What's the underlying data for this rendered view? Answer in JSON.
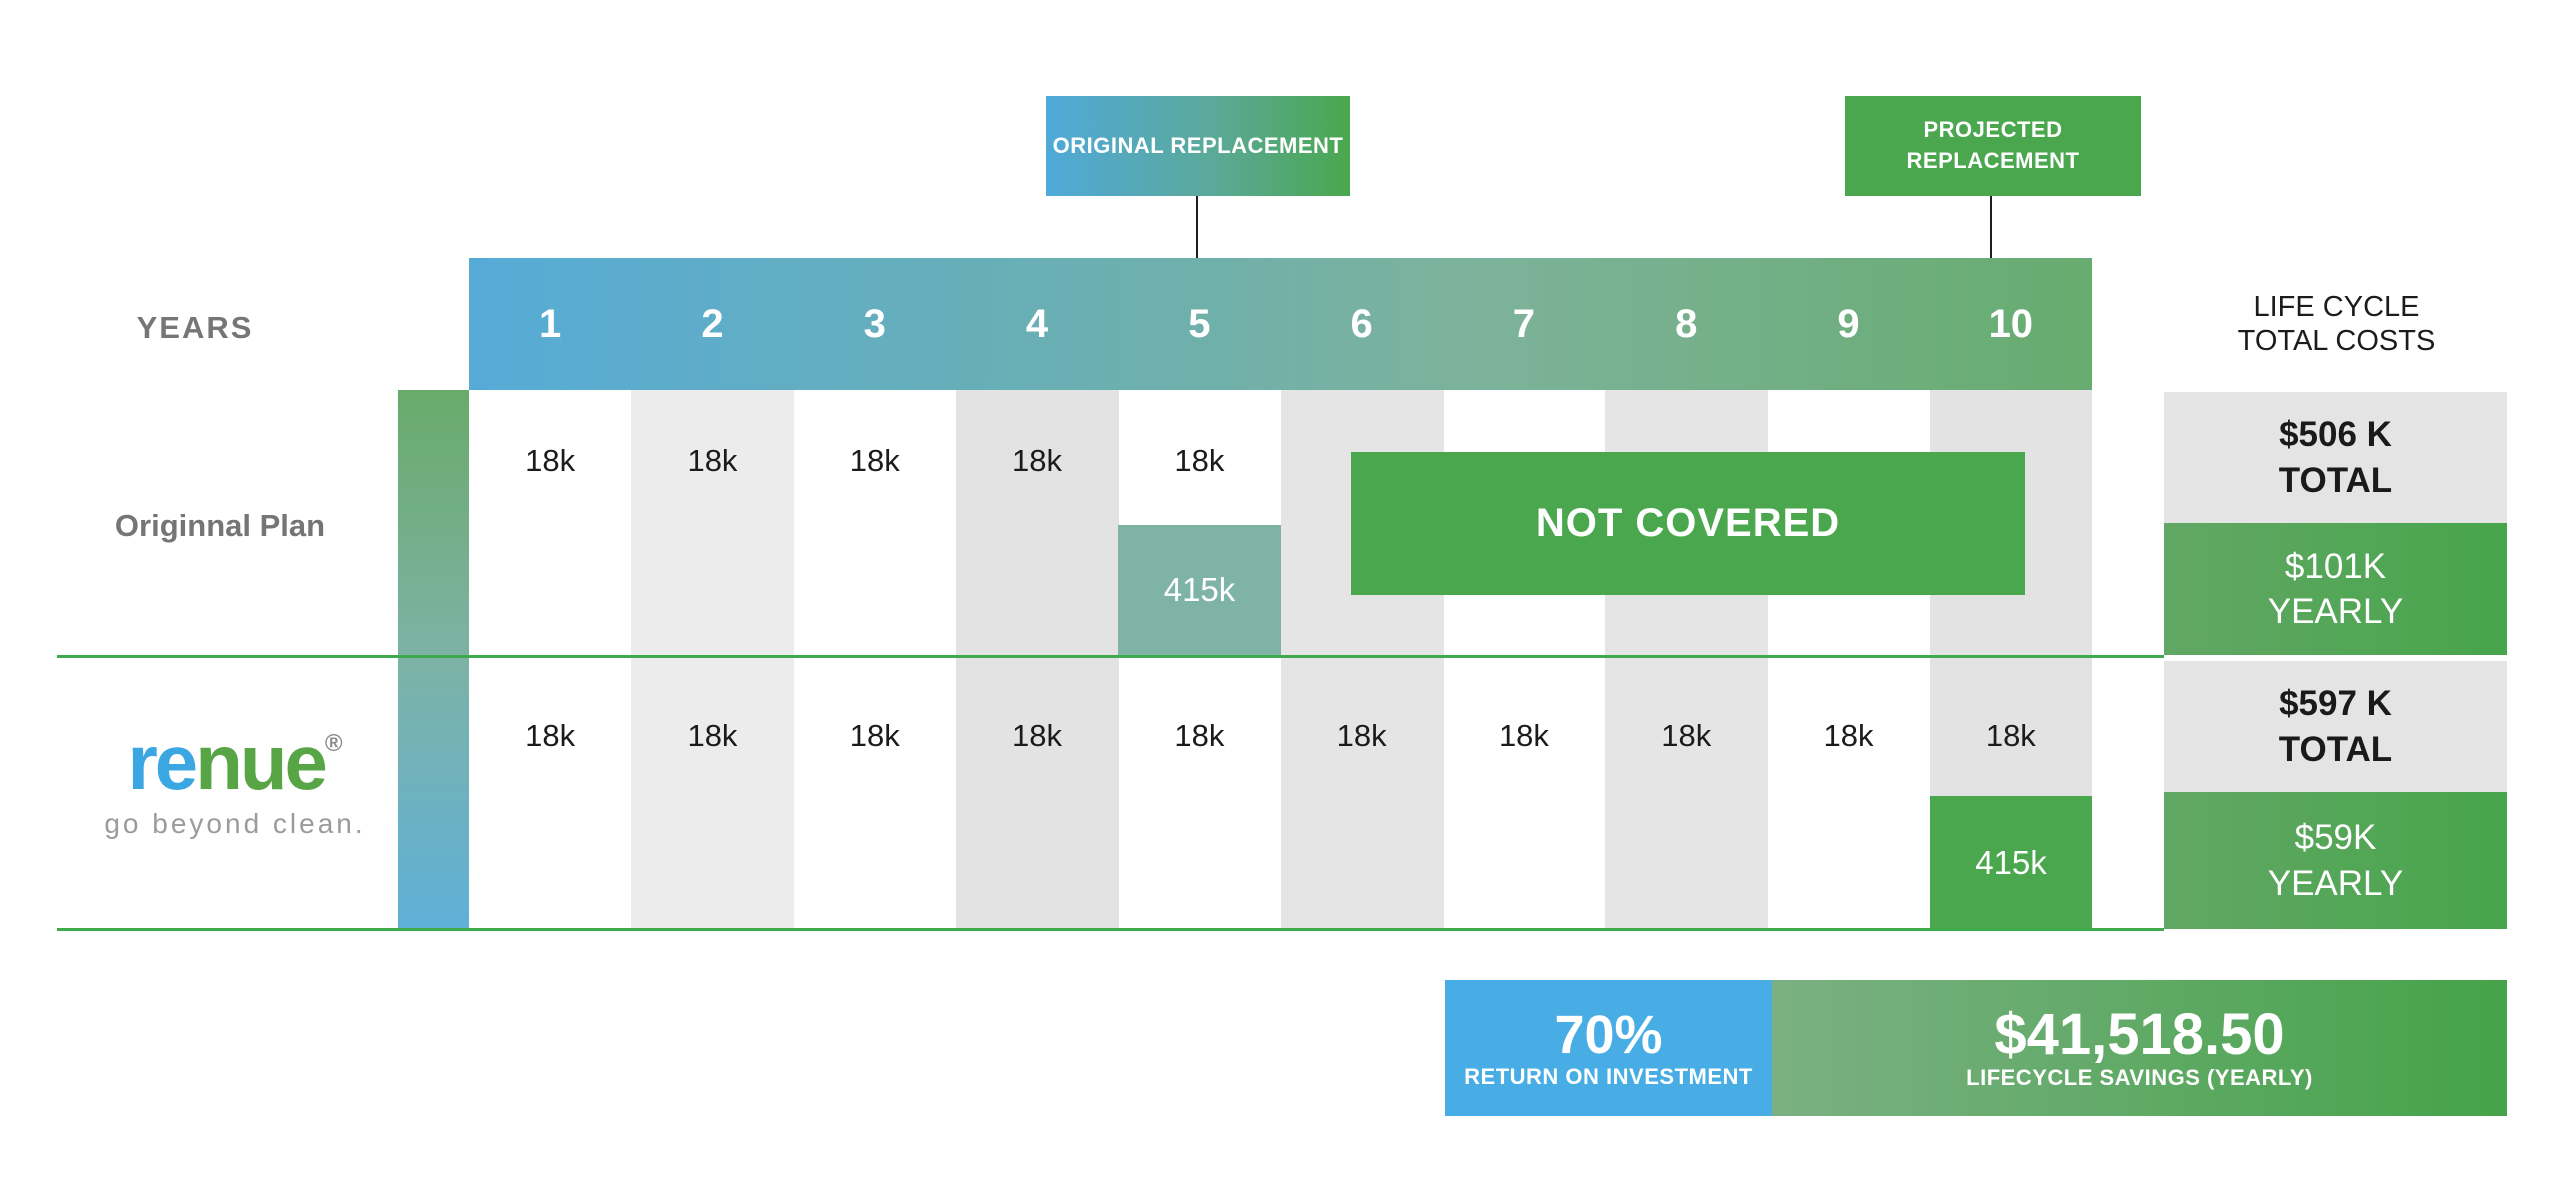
{
  "callouts": {
    "original": "ORIGINAL REPLACEMENT",
    "projected_line1": "PROJECTED",
    "projected_line2": "REPLACEMENT"
  },
  "years": {
    "label": "YEARS",
    "items": [
      "1",
      "2",
      "3",
      "4",
      "5",
      "6",
      "7",
      "8",
      "9",
      "10"
    ]
  },
  "lifecycle_header": {
    "line1": "LIFE CYCLE",
    "line2": "TOTAL COSTS"
  },
  "row1": {
    "label": "Originnal Plan",
    "values": [
      "18k",
      "18k",
      "18k",
      "18k",
      "18k"
    ],
    "replacement_value": "415k",
    "not_covered": "NOT COVERED",
    "total_value": "$506 K",
    "total_label": "TOTAL",
    "yearly_value": "$101K",
    "yearly_label": "YEARLY"
  },
  "row2": {
    "brand_re": "re",
    "brand_nue": "nue",
    "brand_mark": "®",
    "tagline": "go beyond clean.",
    "values": [
      "18k",
      "18k",
      "18k",
      "18k",
      "18k",
      "18k",
      "18k",
      "18k",
      "18k",
      "18k"
    ],
    "replacement_value": "415k",
    "total_value": "$597 K",
    "total_label": "TOTAL",
    "yearly_value": "$59K",
    "yearly_label": "YEARLY"
  },
  "summary": {
    "roi_value": "70%",
    "roi_label": "RETURN ON INVESTMENT",
    "savings_value": "$41,518.50",
    "savings_label": "LIFECYCLE SAVINGS (YEARLY)"
  },
  "colors": {
    "blue": "#47ade4",
    "green": "#4aa74e",
    "teal_cell": "#7eb3a6",
    "gray_column": "#e7e7e7",
    "gray_box": "#e4e4e4",
    "separator_green": "#3faa4b",
    "logo_blue": "#3ba7e2",
    "logo_green": "#58a546",
    "label_gray": "#757575"
  },
  "chart_data": {
    "type": "table",
    "title": "Life cycle total costs comparison over 10 years",
    "years": [
      1,
      2,
      3,
      4,
      5,
      6,
      7,
      8,
      9,
      10
    ],
    "series": [
      {
        "name": "Originnal Plan",
        "yearly_cost_k": [
          18,
          18,
          18,
          18,
          18,
          0,
          0,
          0,
          0,
          0
        ],
        "covered_years": [
          1,
          2,
          3,
          4,
          5
        ],
        "not_covered_years": [
          6,
          7,
          8,
          9,
          10
        ],
        "replacement": {
          "year": 5,
          "cost_k": 415,
          "label": "ORIGINAL REPLACEMENT"
        },
        "lifecycle_total": "$506 K TOTAL",
        "lifecycle_yearly": "$101K YEARLY"
      },
      {
        "name": "renue",
        "yearly_cost_k": [
          18,
          18,
          18,
          18,
          18,
          18,
          18,
          18,
          18,
          18
        ],
        "replacement": {
          "year": 10,
          "cost_k": 415,
          "label": "PROJECTED REPLACEMENT"
        },
        "lifecycle_total": "$597 K TOTAL",
        "lifecycle_yearly": "$59K YEARLY"
      }
    ],
    "summary": {
      "return_on_investment_percent": 70,
      "lifecycle_savings_yearly": "$41,518.50"
    }
  }
}
